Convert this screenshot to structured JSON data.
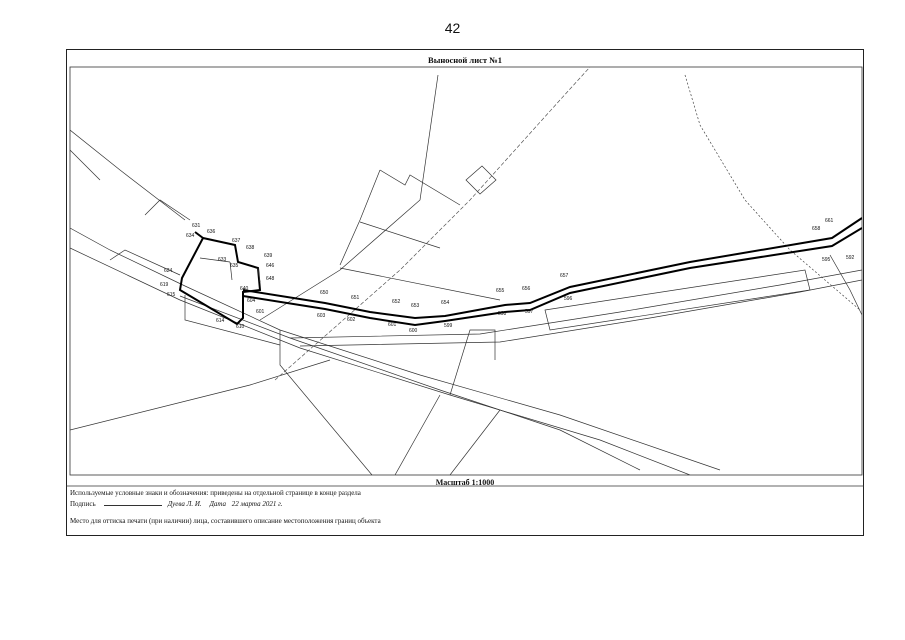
{
  "page_number": "42",
  "sheet_title": "Выносной лист №1",
  "scale": "Масштаб 1:1000",
  "legend_note": "Используемые условные знаки и обозначения: приведены на отдельной странице в конце раздела",
  "signature": {
    "label": "Подпись",
    "name": "Дуева Л. И.",
    "date_label": "Дата",
    "date": "22 марта 2021 г."
  },
  "stamp_note": "Место для оттиска печати (при наличии) лица, составившего описание местоположения границ объекта",
  "point_labels": [
    "631",
    "634",
    "636",
    "637",
    "638",
    "633",
    "635",
    "639",
    "646",
    "648",
    "624",
    "619",
    "615",
    "614",
    "610",
    "604",
    "601",
    "640",
    "650",
    "603",
    "651",
    "602",
    "652",
    "653",
    "601",
    "600",
    "654",
    "599",
    "655",
    "598",
    "656",
    "597",
    "657",
    "596",
    "661",
    "658",
    "595",
    "592"
  ]
}
